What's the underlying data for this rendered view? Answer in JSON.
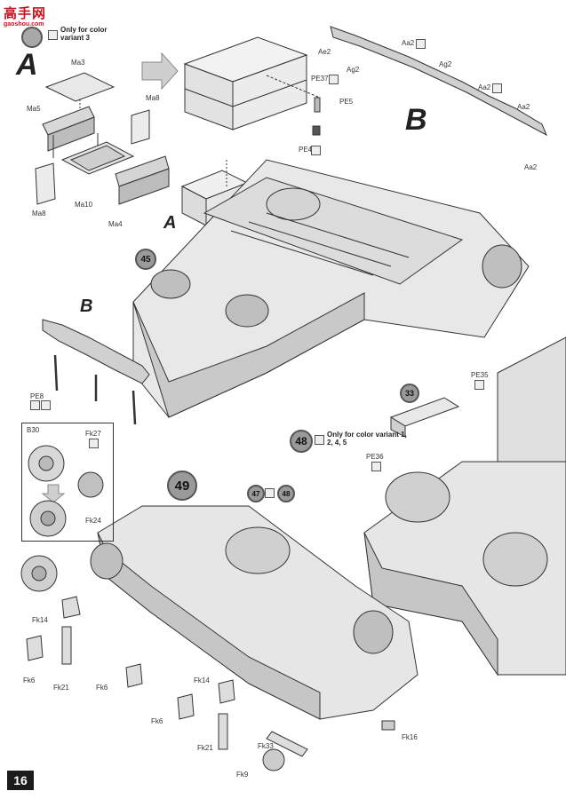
{
  "watermark": {
    "text": "高手网",
    "url": "gaoshou.com"
  },
  "page_number": "16",
  "sections": {
    "a_big": "A",
    "b_big": "B",
    "a_small": "A",
    "b_small": "B"
  },
  "steps": {
    "s47_note": "Only for color variant 3",
    "s45": "45",
    "s48": "48",
    "s48_note": "Only for color variant 1, 2, 4, 5",
    "s49": "49",
    "s33": "33",
    "s47b": "47",
    "s48b": "48"
  },
  "labels": {
    "Ma3": "Ma3",
    "Ma5": "Ma5",
    "Ma8a": "Ma8",
    "Ma8b": "Ma8",
    "Ma10": "Ma10",
    "Ma4": "Ma4",
    "PE37": "PE37",
    "PE5": "PE5",
    "PE4": "PE4",
    "Ae2": "Ae2",
    "Aa2a": "Aa2",
    "Ag2a": "Ag2",
    "Ag2b": "Ag2",
    "Aa2b": "Aa2",
    "Aa2c": "Aa2",
    "Aa2d": "Aa2",
    "PE8": "PE8",
    "B30": "B30",
    "Fk27": "Fk27",
    "Fk24": "Fk24",
    "PE35": "PE35",
    "PE36": "PE36",
    "Fk14a": "Fk14",
    "Fk6a": "Fk6",
    "Fk21a": "Fk21",
    "Fk6b": "Fk6",
    "Fk14b": "Fk14",
    "Fk6c": "Fk6",
    "Fk21b": "Fk21",
    "Fk33": "Fk33",
    "Fk9": "Fk9",
    "Fk16": "Fk16"
  }
}
